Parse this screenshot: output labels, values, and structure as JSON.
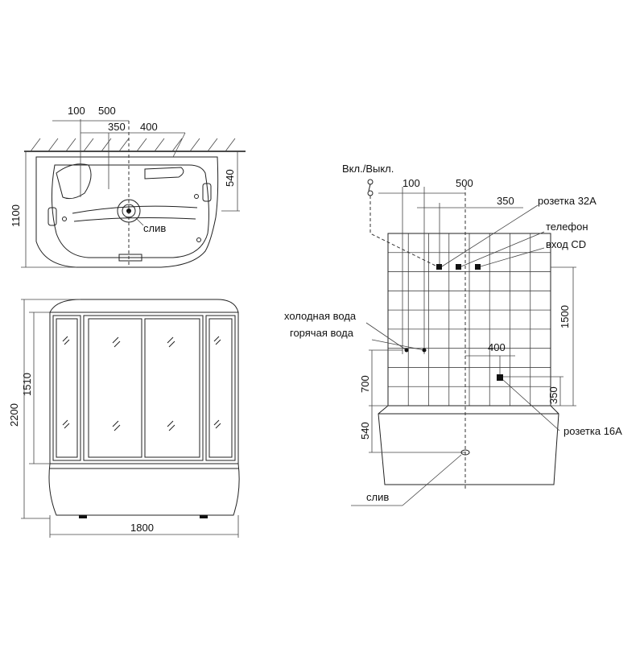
{
  "top_view": {
    "dim_100": "100",
    "dim_500": "500",
    "dim_350": "350",
    "dim_400": "400",
    "dim_540": "540",
    "dim_1100": "1100",
    "drain_label": "слив"
  },
  "front_view": {
    "dim_2200": "2200",
    "dim_1510": "1510",
    "dim_1800": "1800"
  },
  "wall_view": {
    "switch_label": "Вкл./Выкл.",
    "dim_100": "100",
    "dim_500": "500",
    "dim_350": "350",
    "socket_32a": "розетка 32А",
    "phone": "телефон",
    "cd_input": "вход CD",
    "dim_1500": "1500",
    "cold_water": "холодная вода",
    "hot_water": "горячая вода",
    "dim_400": "400",
    "dim_700": "700",
    "dim_350_low": "350",
    "dim_540": "540",
    "socket_16a": "розетка 16А",
    "drain_label": "слив"
  }
}
